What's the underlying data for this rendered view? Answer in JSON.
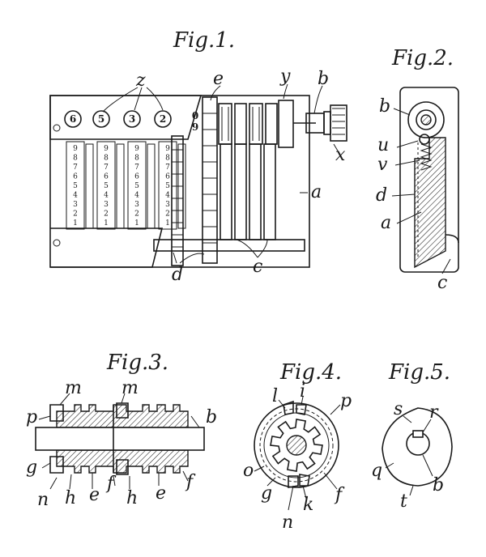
{
  "figures": {
    "fig1": {
      "title": "Fig.1.",
      "dials": [
        "6",
        "5",
        "3",
        "2"
      ],
      "side_digits": [
        "0",
        "9"
      ],
      "scale_digits": [
        "9",
        "8",
        "7",
        "6",
        "5",
        "4",
        "3",
        "2",
        "1"
      ],
      "labels": {
        "z": "z",
        "e": "e",
        "y": "y",
        "b": "b",
        "x": "x",
        "a": "a",
        "c": "c",
        "d": "d"
      }
    },
    "fig2": {
      "title": "Fig.2.",
      "labels": {
        "b": "b",
        "u": "u",
        "v": "v",
        "d": "d",
        "a": "a",
        "c": "c"
      }
    },
    "fig3": {
      "title": "Fig.3.",
      "labels": {
        "m1": "m",
        "m2": "m",
        "p": "p",
        "b": "b",
        "g": "g",
        "f1": "f",
        "f2": "f",
        "n": "n",
        "h1": "h",
        "e1": "e",
        "h2": "h",
        "e2": "e"
      }
    },
    "fig4": {
      "title": "Fig.4.",
      "labels": {
        "l": "l",
        "i": "i",
        "p": "p",
        "o": "o",
        "g": "g",
        "k": "k",
        "f": "f",
        "n": "n"
      }
    },
    "fig5": {
      "title": "Fig.5.",
      "labels": {
        "s": "s",
        "r": "r",
        "q": "q",
        "b": "b",
        "t": "t"
      }
    }
  }
}
